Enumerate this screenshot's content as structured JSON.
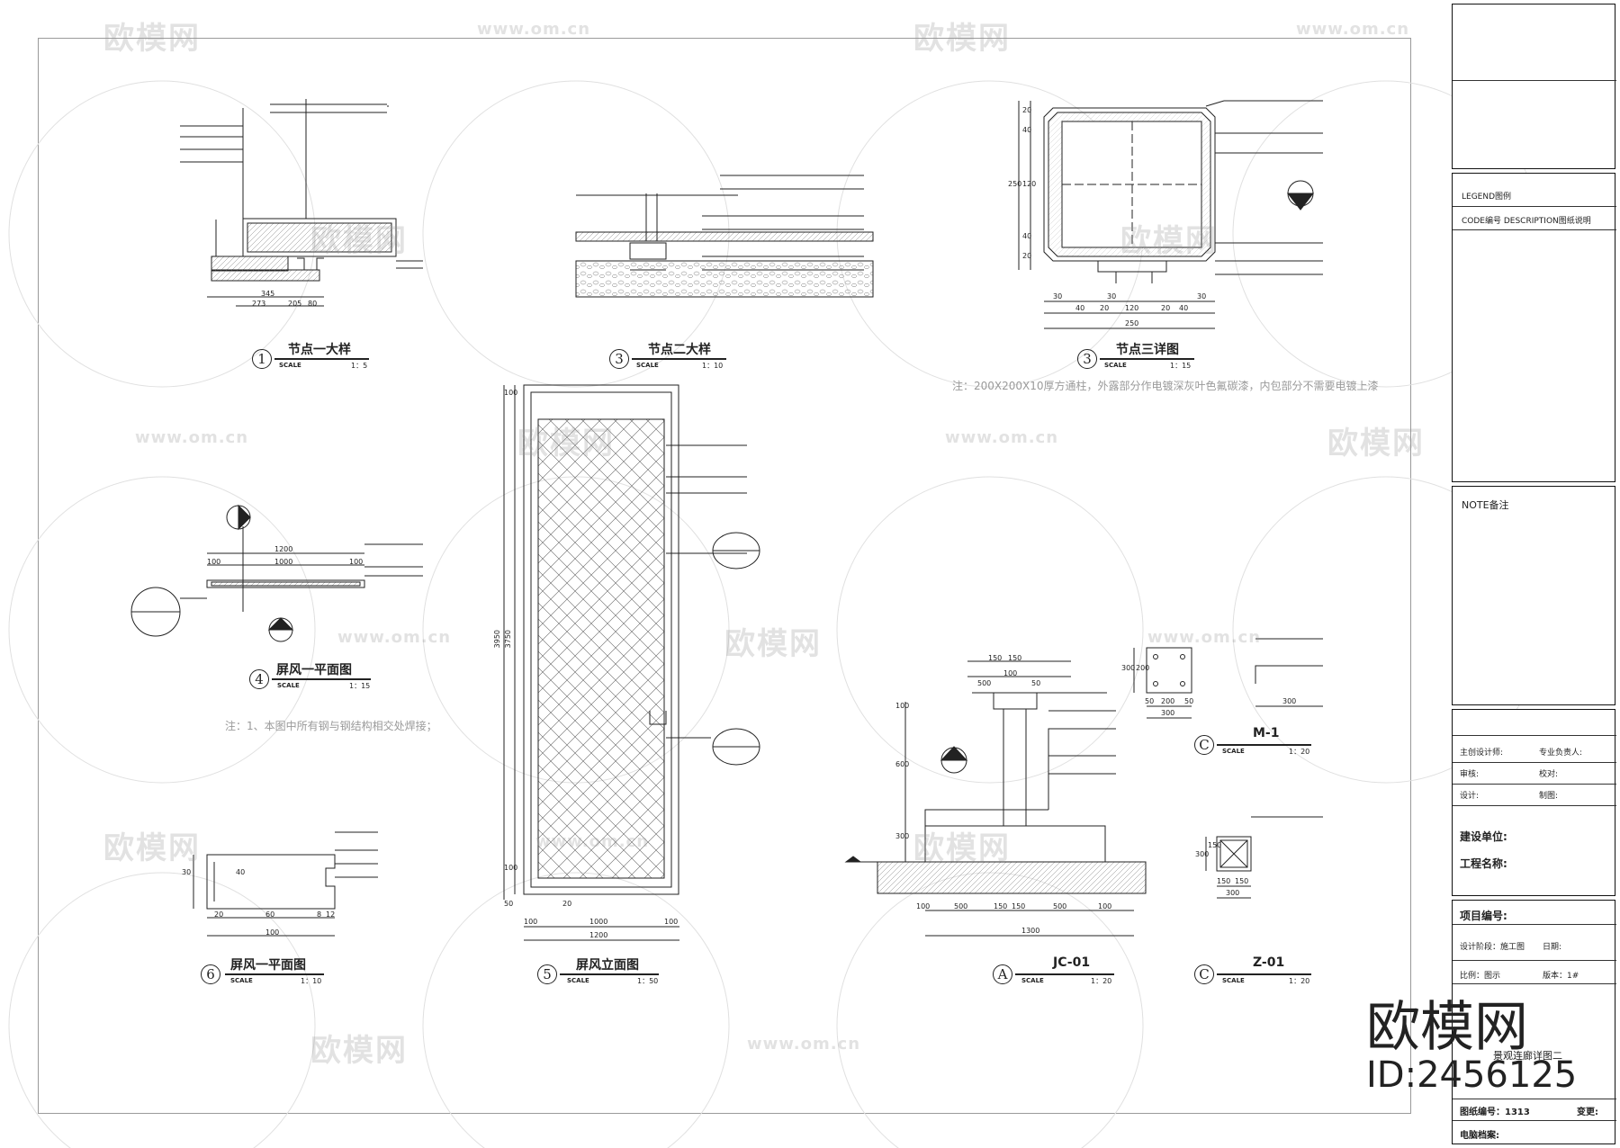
{
  "views": {
    "v1": {
      "num": "1",
      "title": "节点一大样",
      "scale_label": "SCALE",
      "ratio": "1：5"
    },
    "v2": {
      "num": "3",
      "title": "节点二大样",
      "scale_label": "SCALE",
      "ratio": "1：10"
    },
    "v3": {
      "num": "3",
      "title": "节点三详图",
      "scale_label": "SCALE",
      "ratio": "1：15"
    },
    "v4": {
      "num": "4",
      "title": "屏风一平面图",
      "scale_label": "SCALE",
      "ratio": "1：15"
    },
    "v5": {
      "num": "5",
      "title": "屏风立面图",
      "scale_label": "SCALE",
      "ratio": "1：50"
    },
    "v6": {
      "num": "6",
      "title": "屏风一平面图",
      "scale_label": "SCALE",
      "ratio": "1：10"
    },
    "va": {
      "num": "A",
      "title": "JC-01",
      "scale_label": "SCALE",
      "ratio": "1：20"
    },
    "vc1": {
      "num": "C",
      "title": "M-1",
      "scale_label": "SCALE",
      "ratio": "1：20"
    },
    "vc2": {
      "num": "C",
      "title": "Z-01",
      "scale_label": "SCALE",
      "ratio": "1：20"
    }
  },
  "notes": {
    "note3": "注：200X200X10厚方通柱，外露部分作电镀深灰叶色氟碳漆，内包部分不需要电镀上漆",
    "note4": "注：1、本图中所有钢与钢结构相交处焊接；"
  },
  "dims": {
    "v1": [
      "345",
      "273",
      "205",
      "80"
    ],
    "v3": [
      "250",
      "40",
      "20",
      "120",
      "40",
      "20",
      "250",
      "30",
      "40",
      "30",
      "20",
      "120",
      "20",
      "40",
      "30",
      "250"
    ],
    "v4": [
      "1200",
      "1000",
      "100",
      "100"
    ],
    "v5": [
      "3950",
      "3750",
      "100",
      "100",
      "100",
      "1000",
      "100",
      "1200",
      "50",
      "20"
    ],
    "v6": [
      "30",
      "40",
      "20",
      "60",
      "8",
      "12",
      "100"
    ],
    "va": [
      "150",
      "150",
      "100",
      "500",
      "50",
      "100",
      "600",
      "300",
      "100",
      "500",
      "150",
      "150",
      "500",
      "100",
      "1300"
    ],
    "vc1": [
      "300",
      "200",
      "50",
      "200",
      "50",
      "300",
      "300"
    ],
    "vc2": [
      "300",
      "150",
      "150",
      "150",
      "300"
    ]
  },
  "title_block": {
    "legend": "LEGEND图例",
    "code_desc": "CODE编号  DESCRIPTION图纸说明",
    "note": "NOTE备注",
    "designer": "主创设计师:",
    "professional": "专业负责人:",
    "reviewer": "审核:",
    "checker": "校对:",
    "design": "设计:",
    "drafter": "制图:",
    "client": "建设单位:",
    "project_name": "工程名称:",
    "project_no": "项目编号:",
    "stage": "设计阶段：施工图",
    "date": "日期:",
    "ratio": "比例：图示",
    "version": "版本：1#",
    "drawing_name": "景观连廊详图二",
    "drawing_no": "图纸编号：1313",
    "change": "变更:",
    "archive": "电脑档案:"
  },
  "watermark": {
    "logo_text": "欧模网",
    "url": "www.om.cn",
    "big_text": "欧模网",
    "id": "ID:2456125"
  }
}
